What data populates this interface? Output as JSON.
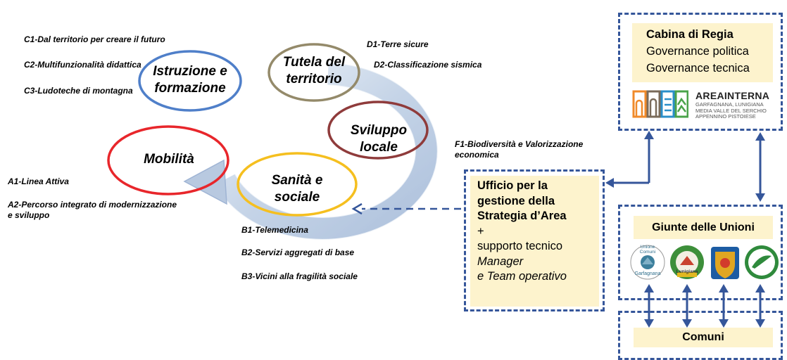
{
  "cycle": {
    "istruzione": {
      "line1": "Istruzione e",
      "line2": "formazione"
    },
    "tutela": {
      "line1": "Tutela del",
      "line2": "territorio"
    },
    "sviluppo": {
      "line1": "Sviluppo",
      "line2": "locale"
    },
    "mobilita": {
      "line1": "Mobilità"
    },
    "sanita": {
      "line1": "Sanità e",
      "line2": "sociale"
    }
  },
  "actions": {
    "c1": "C1-Dal territorio per creare il futuro",
    "c2": "C2-Multifunzionalità didattica",
    "c3": "C3-Ludoteche  di montagna",
    "d1": "D1-Terre sicure",
    "d2": "D2-Classificazione sismica",
    "f1_line1": "F1-Biodiversità e Valorizzazione",
    "f1_line2": "economica",
    "a1": "A1-Linea Attiva",
    "a2_line1": "A2-Percorso integrato di modernizzazione",
    "a2_line2": "e sviluppo",
    "b1": "B1-Telemedicina",
    "b2": "B2-Servizi aggregati di base",
    "b3": "B3-Vicini alla fragilità sociale"
  },
  "ufficio": {
    "line1": "Ufficio per la",
    "line2": "gestione della",
    "line3": "Strategia d’Area",
    "plus": "+",
    "line4": "supporto tecnico",
    "line5": "Manager",
    "line6": "e Team operativo"
  },
  "cabina": {
    "title": "Cabina di Regia",
    "line1": "Governance politica",
    "line2": "Governance tecnica"
  },
  "logo": {
    "name": "AREAINTERNA",
    "sub1": "GARFAGNANA, LUNIGIANA",
    "sub2": "MEDIA VALLE DEL SERCHIO",
    "sub3": "APPENNINO PISTOIESE"
  },
  "giunte": {
    "title": "Giunte delle Unioni"
  },
  "comuni": {
    "title": "Comuni"
  },
  "emblems": [
    {
      "text_top": "Unione Comuni",
      "text_bottom": "Garfagnana"
    },
    {
      "text_top": "",
      "text_bottom": "Lunigiana"
    },
    {
      "text_top": "",
      "text_bottom": ""
    },
    {
      "text_top": "",
      "text_bottom": ""
    }
  ],
  "colors": {
    "istruzione": "#4f7fc9",
    "tutela": "#948a6a",
    "sviluppo": "#8f3b3b",
    "mobilita": "#e8262b",
    "sanita": "#f5bf1f",
    "connector": "#35569a",
    "box_fill": "#fdf3cd"
  }
}
